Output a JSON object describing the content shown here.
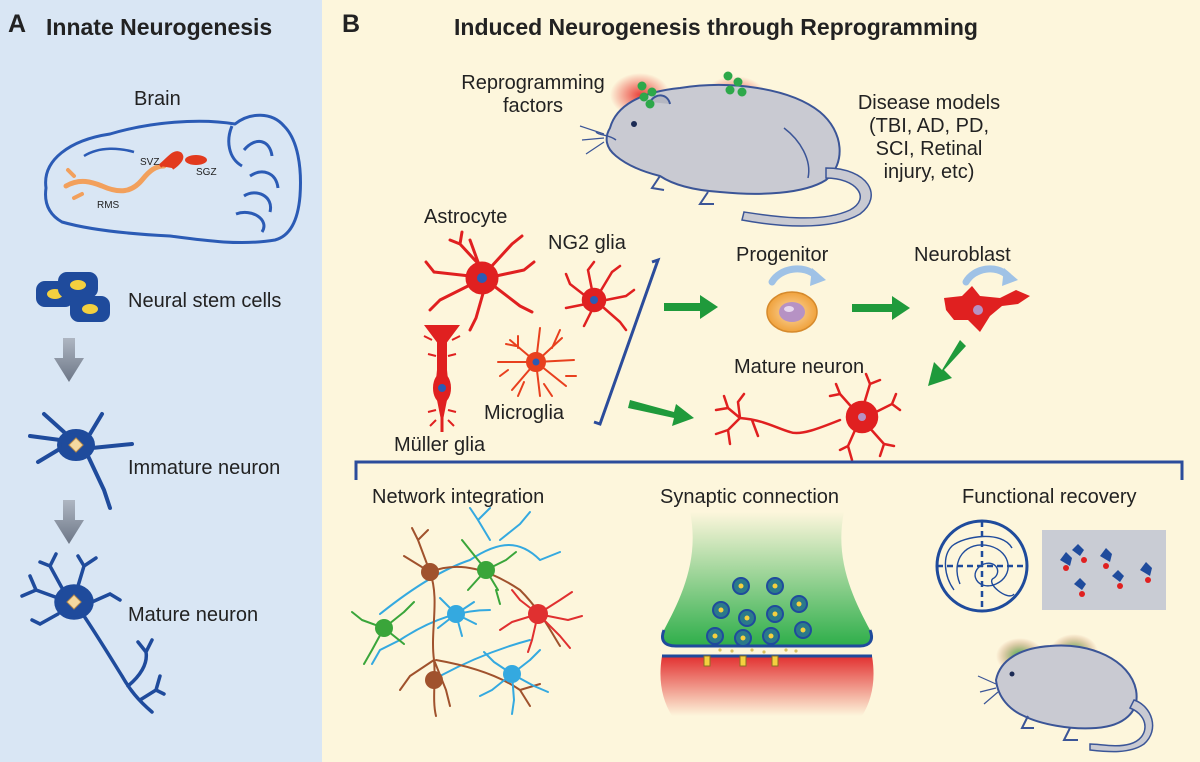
{
  "panel_a": {
    "letter": "A",
    "title": "Innate Neurogenesis",
    "brain_label": "Brain",
    "region_svz": "SVZ",
    "region_sgz": "SGZ",
    "region_rms": "RMS",
    "stage_1": "Neural stem cells",
    "stage_2": "Immature neuron",
    "stage_3": "Mature neuron"
  },
  "panel_b": {
    "letter": "B",
    "title": "Induced Neurogenesis through Reprogramming",
    "reprogramming_factors": [
      "Reprogramming",
      "factors"
    ],
    "disease_models": [
      "Disease models",
      "(TBI, AD, PD,",
      "SCI, Retinal",
      "injury, etc)"
    ],
    "astrocyte": "Astrocyte",
    "ng2_glia": "NG2 glia",
    "muller_glia": "Müller glia",
    "microglia": "Microglia",
    "progenitor": "Progenitor",
    "neuroblast": "Neuroblast",
    "mature_neuron": "Mature neuron",
    "outcome_1": "Network integration",
    "outcome_2": "Synaptic connection",
    "outcome_3": "Functional recovery"
  },
  "colors": {
    "panel_a_bg": "#d9e6f4",
    "panel_b_bg": "#fdf6dc",
    "neuron_blue": "#1f4b9c",
    "glia_red": "#e02020",
    "arrow_green": "#1f9a3b",
    "arrow_gray": "#7f8a99"
  }
}
